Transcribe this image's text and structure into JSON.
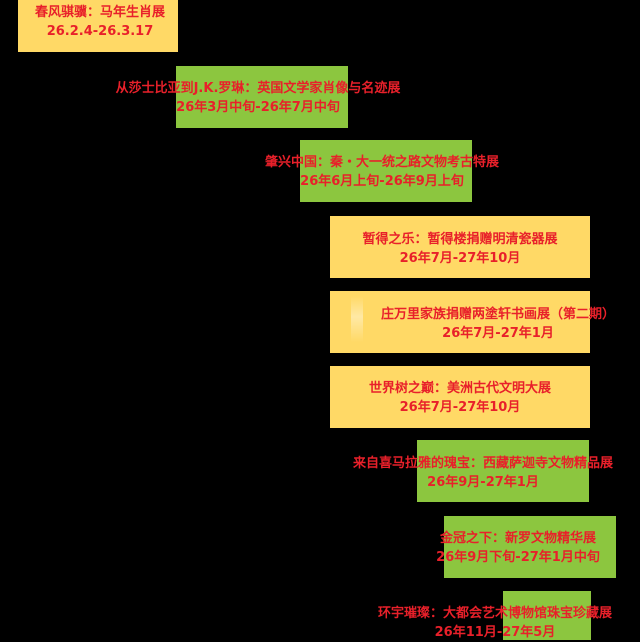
{
  "colors": {
    "background": "#000000",
    "text": "#e8202a",
    "bar_green": "#8cc63f",
    "bar_yellow": "#ffd966"
  },
  "timeline": {
    "exhibitions": [
      {
        "title": "春风骐骥：马年生肖展",
        "dates": "26.2.4-26.3.17",
        "bar_color": "yellow"
      },
      {
        "title": "从莎士比亚到J.K.罗琳：英国文学家肖像与名迹展",
        "dates": "26年3月中旬-26年7月中旬",
        "bar_color": "green"
      },
      {
        "title": "肇兴中国：秦・大一统之路文物考古特展",
        "dates": "26年6月上旬-26年9月上旬",
        "bar_color": "green"
      },
      {
        "title": "暂得之乐：暂得楼捐赠明清瓷器展",
        "dates": "26年7月-27年10月",
        "bar_color": "yellow"
      },
      {
        "title": "庄万里家族捐赠两塗轩书画展（第二期）",
        "dates": "26年7月-27年1月",
        "bar_color": "yellow"
      },
      {
        "title": "世界树之巅：美洲古代文明大展",
        "dates": "26年7月-27年10月",
        "bar_color": "yellow"
      },
      {
        "title": "来自喜马拉雅的瑰宝：西藏萨迦寺文物精品展",
        "dates": "26年9月-27年1月",
        "bar_color": "green"
      },
      {
        "title": "金冠之下：新罗文物精华展",
        "dates": "26年9月下旬-27年1月中旬",
        "bar_color": "green"
      },
      {
        "title": "环宇璀璨：大都会艺术博物馆珠宝珍藏展",
        "dates": "26年11月-27年5月",
        "bar_color": "green"
      }
    ]
  }
}
